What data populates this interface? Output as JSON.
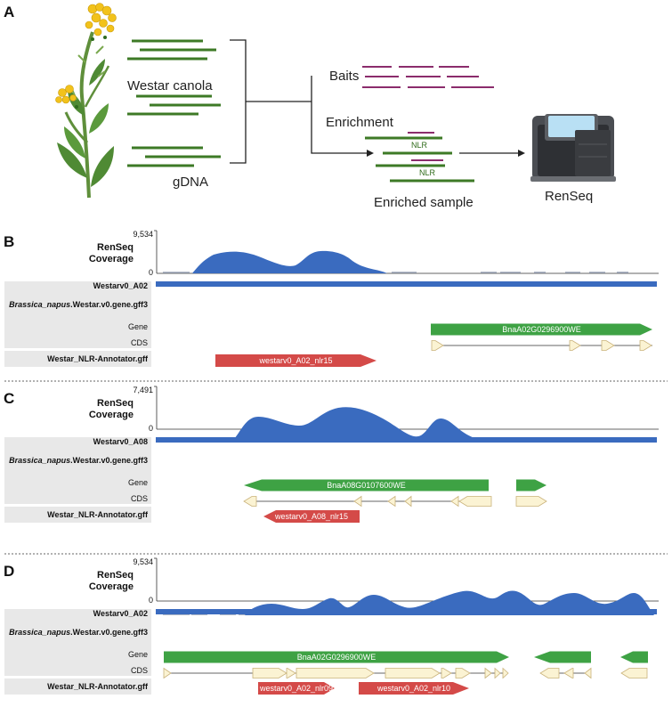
{
  "colors": {
    "coverage": "#3a6bbf",
    "gene": "#3ea244",
    "cds_fill": "#fbf3d3",
    "cds_stroke": "#c9b27a",
    "nlr": "#d44a48",
    "contig": "#3a6bbf",
    "dna_green": "#3d7a26",
    "bait_purple": "#8b2c6c",
    "track_bg": "#e8e8e8"
  },
  "panelA": {
    "label": "A",
    "westar_label": "Westar canola",
    "gdna_label": "gDNA",
    "baits_label": "Baits",
    "enrichment_label": "Enrichment",
    "nlr_labels": [
      "NLR",
      "NLR"
    ],
    "enriched_label": "Enriched sample",
    "renseq_label": "RenSeq",
    "icons": [
      "canola-plant-icon",
      "sequencer-icon"
    ]
  },
  "panels": [
    {
      "label": "B",
      "coverage_title": [
        "RenSeq",
        "Coverage"
      ],
      "ymax_label": "9,534",
      "ymin_label": "0",
      "contig": "Westarv0_A02",
      "gff3_italic": "Brassica_napus",
      "gff3_rest": ".Westar.v0.gene.gff3",
      "gene_track": "Gene",
      "cds_track": "CDS",
      "nlr_track": "Westar_NLR-Annotator.gff",
      "genes": [
        "BnaA02G0296900WE"
      ],
      "nlrs": [
        "westarv0_A02_nlr15"
      ]
    },
    {
      "label": "C",
      "coverage_title": [
        "RenSeq",
        "Coverage"
      ],
      "ymax_label": "7,491",
      "ymin_label": "0",
      "contig": "Westarv0_A08",
      "gff3_italic": "Brassica_napus",
      "gff3_rest": ".Westar.v0.gene.gff3",
      "gene_track": "Gene",
      "cds_track": "CDS",
      "nlr_track": "Westar_NLR-Annotator.gff",
      "genes": [
        "BnaA08G0107600WE"
      ],
      "nlrs": [
        "westarv0_A08_nlr15"
      ]
    },
    {
      "label": "D",
      "coverage_title": [
        "RenSeq",
        "Coverage"
      ],
      "ymax_label": "9,534",
      "ymin_label": "0",
      "contig": "Westarv0_A02",
      "gff3_italic": "Brassica_napus",
      "gff3_rest": ".Westar.v0.gene.gff3",
      "gene_track": "Gene",
      "cds_track": "CDS",
      "nlr_track": "Westar_NLR-Annotator.gff",
      "genes": [
        "BnaA02G0296900WE"
      ],
      "nlrs": [
        "westarv0_A02_nlr09",
        "westarv0_A02_nlr10"
      ]
    }
  ]
}
